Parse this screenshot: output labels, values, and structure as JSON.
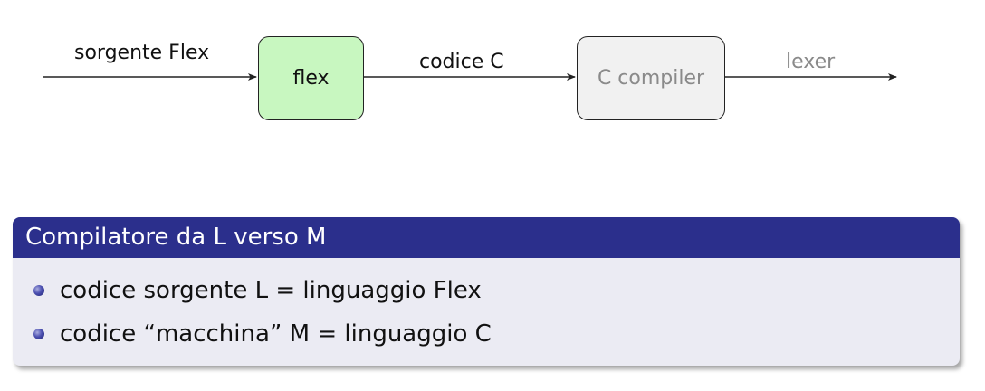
{
  "diagram": {
    "input_label": "sorgente Flex",
    "flex_node": "flex",
    "middle_label": "codice C",
    "compiler_node": "C compiler",
    "output_label": "lexer",
    "colors": {
      "flex_fill": "#c8f7c0",
      "compiler_fill": "#f1f1f1",
      "muted_text": "#8a8a8a"
    }
  },
  "block": {
    "title": "Compilatore da L verso M",
    "items": [
      "codice sorgente L = linguaggio Flex",
      "codice “macchina” M = linguaggio C"
    ],
    "colors": {
      "title_bg": "#2b2f8c",
      "body_bg": "#ebebf3"
    }
  }
}
